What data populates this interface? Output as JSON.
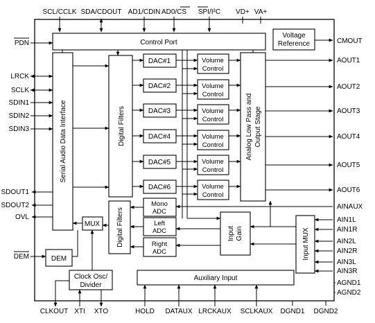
{
  "top_pins": {
    "scl_cclk": "SCL/CCLK",
    "sda_cdout": "SDA/CDOUT",
    "ad1_cdin": "AD1/CDIN",
    "ad0_cs": "AD0/CS",
    "spi_i2c": "SPI/I²C",
    "vd": "VD+",
    "va": "VA+"
  },
  "left_pins": {
    "pdn": "PDN",
    "lrck": "LRCK",
    "sclk": "SCLK",
    "sdin1": "SDIN1",
    "sdin2": "SDIN2",
    "sdin3": "SDIN3",
    "sdout1": "SDOUT1",
    "sdout2": "SDOUT2",
    "ovl": "OVL",
    "dem": "DEM"
  },
  "right_pins": {
    "cmout": "CMOUT",
    "aout1": "AOUT1",
    "aout2": "AOUT2",
    "aout3": "AOUT3",
    "aout4": "AOUT4",
    "aout5": "AOUT5",
    "aout6": "AOUT6",
    "ainaux": "AINAUX",
    "ain1l": "AIN1L",
    "ain1r": "AIN1R",
    "ain2l": "AIN2L",
    "ain2r": "AIN2R",
    "ain3l": "AIN3L",
    "ain3r": "AIN3R",
    "agnd1": "AGND1",
    "agnd2": "AGND2"
  },
  "bottom_pins": {
    "clkout": "CLKOUT",
    "xti": "XTI",
    "xto": "XTO",
    "hold": "HOLD",
    "dataux": "DATAUX",
    "lrckaux": "LRCKAUX",
    "sclkaux": "SCLKAUX",
    "dgnd1": "DGND1",
    "dgnd2": "DGND2"
  },
  "blocks": {
    "control_port": "Control Port",
    "voltage_reference": [
      "Voltage",
      "Reference"
    ],
    "serial_audio_interface": "Serial Audio Data Interface",
    "digital_filters_dac": "Digital Filters",
    "digital_filters_adc": "Digital Filters",
    "dacs": [
      "DAC#1",
      "DAC#2",
      "DAC#3",
      "DAC#4",
      "DAC#5",
      "DAC#6"
    ],
    "volume_control": [
      "Volume",
      "Control"
    ],
    "analog_lpf": [
      "Analog Low Pass and",
      "Output Stage"
    ],
    "mono_adc": [
      "Mono",
      "ADC"
    ],
    "left_adc": [
      "Left",
      "ADC"
    ],
    "right_adc": [
      "Right",
      "ADC"
    ],
    "input_gain": [
      "Input",
      "Gain"
    ],
    "input_mux": "Input MUX",
    "mux": "MUX",
    "dem": "DEM",
    "clock_osc": [
      "Clock Osc/",
      "Divider"
    ],
    "auxiliary_input": "Auxiliary Input"
  }
}
